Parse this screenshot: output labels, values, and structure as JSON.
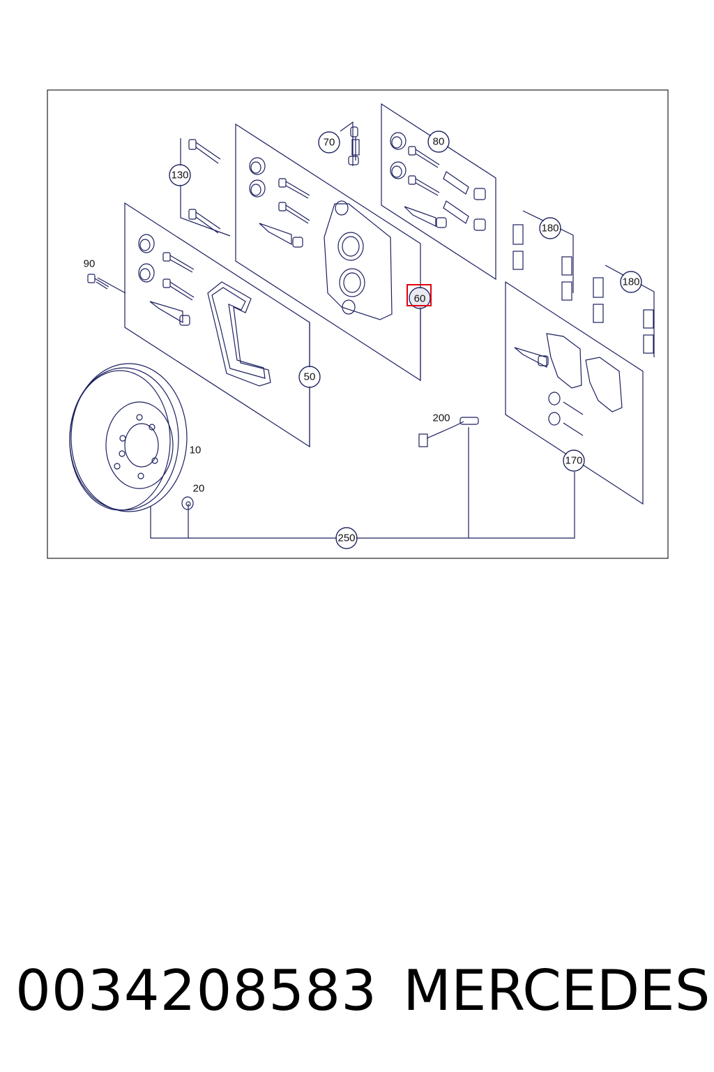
{
  "diagram": {
    "callouts": {
      "c10": "10",
      "c20": "20",
      "c50": "50",
      "c60": "60",
      "c70": "70",
      "c80": "80",
      "c90": "90",
      "c130": "130",
      "c170": "170",
      "c180a": "180",
      "c180b": "180",
      "c200": "200",
      "c250": "250"
    },
    "highlight_color": "#e0000f",
    "line_color": "#1a1f5e"
  },
  "footer": {
    "part_number": "0034208583",
    "brand": "MERCEDES"
  }
}
